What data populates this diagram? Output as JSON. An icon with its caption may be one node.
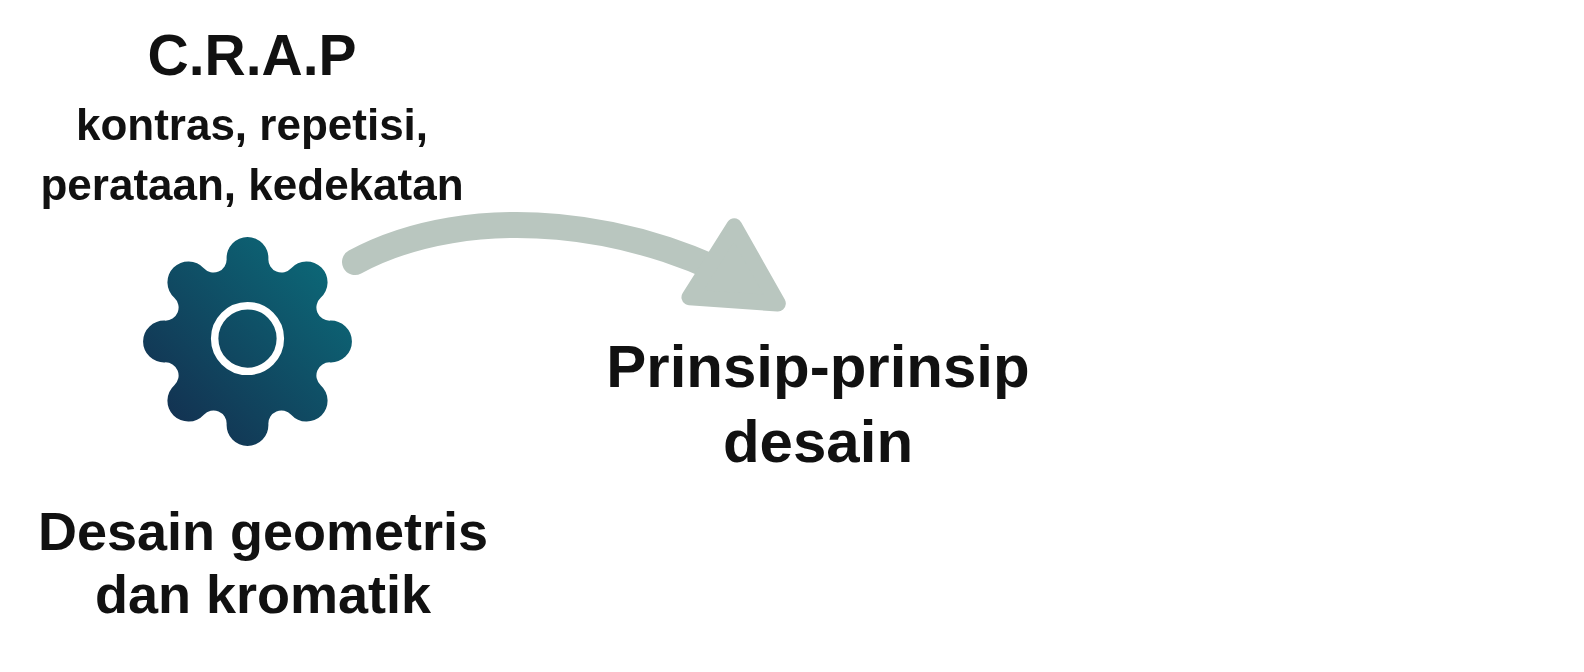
{
  "diagram": {
    "nodes": [
      {
        "text": [],
        "shape": "gear",
        "beside": [
          "C.R.A.P",
          "kontras, repetisi, perataan, kedekatan",
          "Desain geometris dan kromatik"
        ]
      },
      {
        "text": [
          "Prinsip-prinsip desain"
        ]
      }
    ],
    "edges": [
      {
        "from": 0,
        "to": 1,
        "arrow": "to"
      }
    ]
  }
}
